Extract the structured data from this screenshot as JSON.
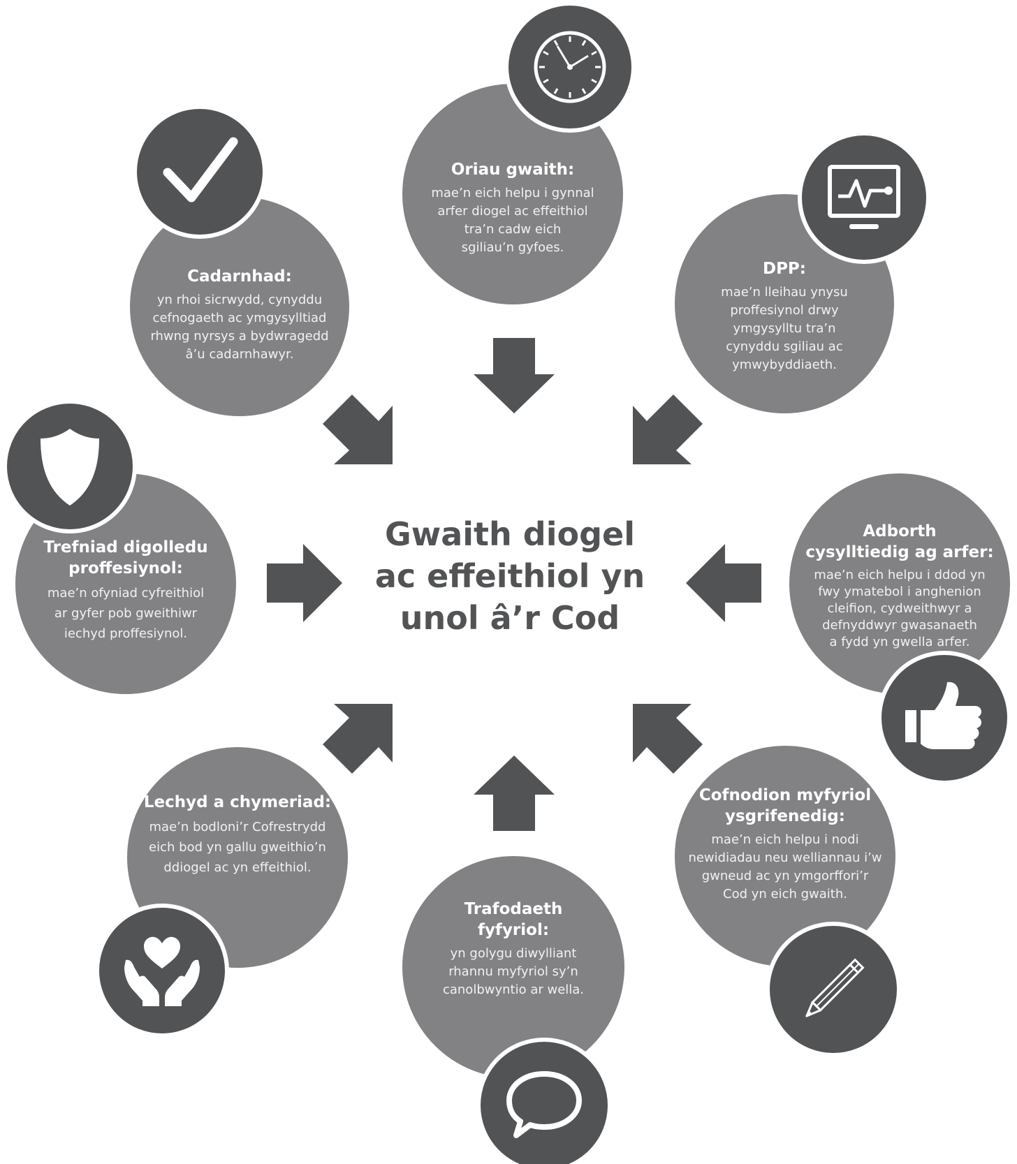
{
  "center": {
    "line1": "Gwaith diogel",
    "line2": "ac effeithiol yn",
    "line3": "unol â’r Cod"
  },
  "nodes": {
    "oriau": {
      "title": "Oriau gwaith:",
      "body": [
        "mae’n eich helpu i gynnal",
        "arfer diogel ac effeithiol",
        "tra’n cadw eich",
        "sgiliau’n gyfoes."
      ],
      "icon": "clock-icon"
    },
    "cadarnhad": {
      "title": "Cadarnhad:",
      "body": [
        "yn rhoi sicrwydd, cynyddu",
        "cefnogaeth ac ymgysylltiad",
        "rhwng nyrsys a bydwragedd",
        "â’u cadarnhawyr."
      ],
      "icon": "checkmark-icon"
    },
    "dpp": {
      "title": "DPP:",
      "body": [
        "mae’n lleihau ynysu",
        "proffesiynol drwy",
        "ymgysylltu tra’n",
        "cynyddu sgiliau ac",
        "ymwybyddiaeth."
      ],
      "icon": "monitor-icon"
    },
    "trefniad": {
      "title_lines": [
        "Trefniad digolledu",
        "proffesiynol:"
      ],
      "body": [
        "mae’n ofyniad cyfreithiol",
        "ar gyfer pob gweithiwr",
        "iechyd proffesiynol."
      ],
      "icon": "shield-icon"
    },
    "adborth": {
      "title_lines": [
        "Adborth",
        "cysylltiedig ag arfer:"
      ],
      "body": [
        "mae’n eich helpu i ddod yn",
        "fwy ymatebol i anghenion",
        "cleifion, cydweithwyr a",
        "defnyddwyr gwasanaeth",
        "a fydd yn gwella arfer."
      ],
      "icon": "thumbs-up-icon"
    },
    "lechyd": {
      "title": "Lechyd a chymeriad:",
      "body": [
        "mae’n bodloni’r Cofrestrydd",
        "eich bod yn gallu gweithio’n",
        "ddiogel ac yn effeithiol."
      ],
      "icon": "heart-hands-icon"
    },
    "trafodaeth": {
      "title_lines": [
        "Trafodaeth",
        "fyfyriol:"
      ],
      "body": [
        "yn golygu diwylliant",
        "rhannu myfyriol sy’n",
        "canolbwyntio ar wella."
      ],
      "icon": "speech-bubble-icon"
    },
    "cofnodion": {
      "title_lines": [
        "Cofnodion myfyriol",
        "ysgrifenedig:"
      ],
      "body": [
        "mae’n eich helpu i nodi",
        "newidiadau neu welliannau i’w",
        "gwneud ac yn ymgorffori’r",
        "Cod yn eich gwaith."
      ],
      "icon": "pencil-icon"
    }
  },
  "colors": {
    "circle": "#828284",
    "badge": "#525355",
    "arrow": "#525355",
    "text": "#ffffff"
  }
}
